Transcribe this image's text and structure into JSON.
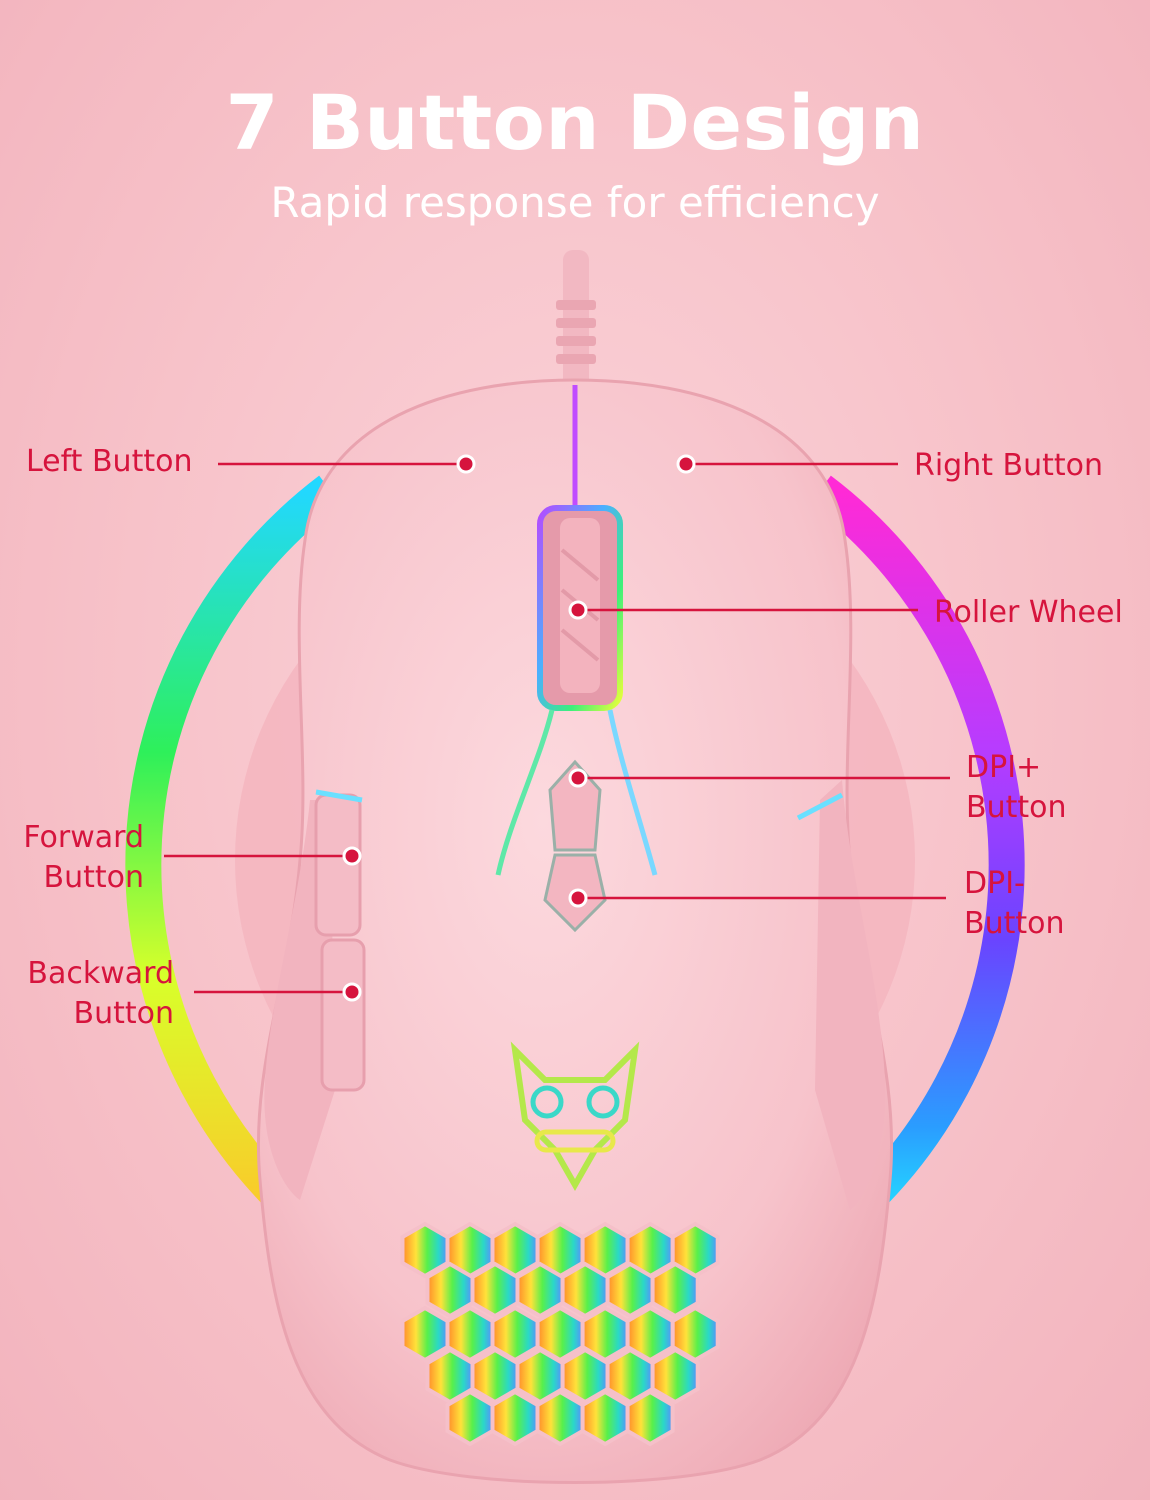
{
  "header": {
    "title": "7 Button Design",
    "subtitle": "Rapid response for efficiency"
  },
  "labels": {
    "left_button": "Left Button",
    "right_button": "Right Button",
    "roller_wheel": "Roller Wheel",
    "dpi_plus_line1": "DPI+",
    "dpi_plus_line2": "Button",
    "dpi_minus_line1": "DPI-",
    "dpi_minus_line2": "Button",
    "forward_line1": "Forward",
    "forward_line2": "Button",
    "backward_line1": "Backward",
    "backward_line2": "Button"
  },
  "colors": {
    "label": "#d6143d",
    "leader_line": "#d6143d",
    "mouse_body": "#f9c8d0",
    "background": "#f7c2c9"
  }
}
